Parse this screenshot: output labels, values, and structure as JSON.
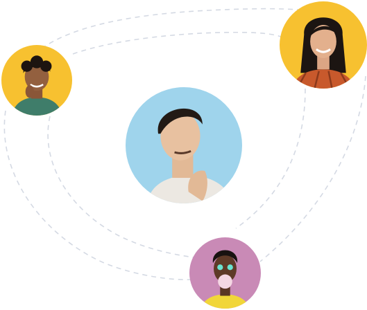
{
  "colors": {
    "connector": "#d4d9e3",
    "avatar_bg_yellow": "#f7c130",
    "avatar_bg_blue": "#9fd4ec",
    "avatar_bg_pink": "#c98ab6"
  },
  "avatars": [
    {
      "role": "person",
      "background": "yellow",
      "shirt": "green"
    },
    {
      "role": "person",
      "background": "yellow",
      "shirt": "orange-plaid"
    },
    {
      "role": "person",
      "background": "blue",
      "shirt": "white"
    },
    {
      "role": "person",
      "background": "pink",
      "shirt": "yellow"
    }
  ]
}
